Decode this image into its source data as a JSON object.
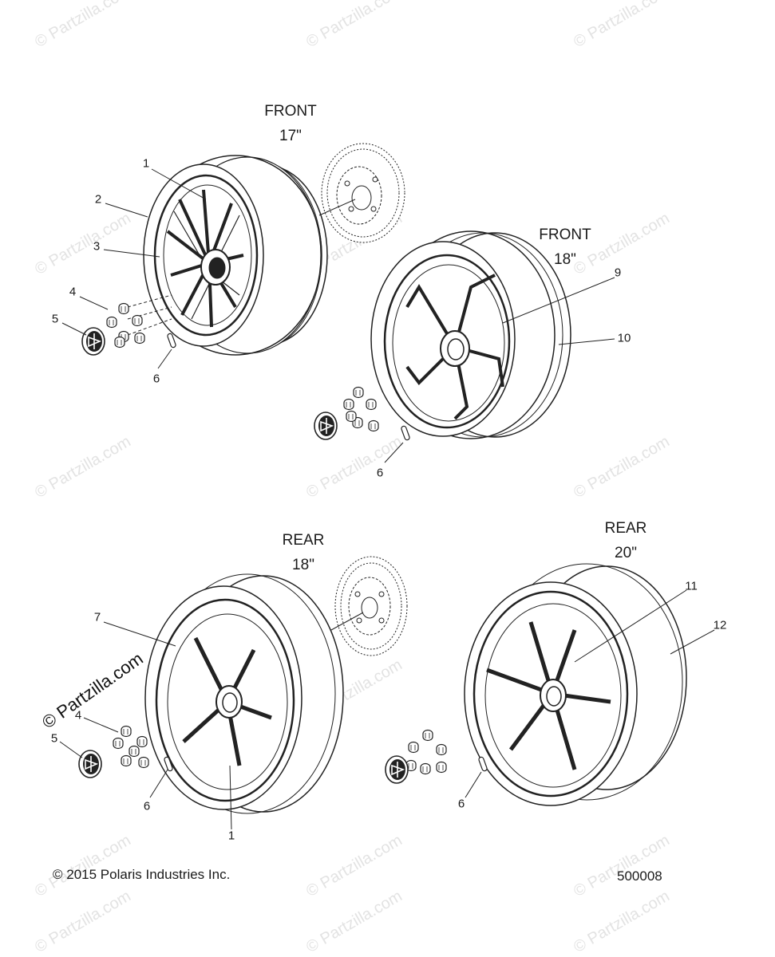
{
  "sections": {
    "front17": {
      "line1": "FRONT",
      "line2": "17\""
    },
    "front18": {
      "line1": "FRONT",
      "line2": "18\""
    },
    "rear18": {
      "line1": "REAR",
      "line2": "18\""
    },
    "rear20": {
      "line1": "REAR",
      "line2": "20\""
    }
  },
  "callouts": {
    "c1a": "1",
    "c2": "2",
    "c3": "3",
    "c4a": "4",
    "c5a": "5",
    "c6a": "6",
    "c9": "9",
    "c10": "10",
    "c6b": "6",
    "c7": "7",
    "c4b": "4",
    "c5b": "5",
    "c6c": "6",
    "c1b": "1",
    "c11": "11",
    "c12": "12",
    "c6d": "6"
  },
  "watermark": {
    "text": "© Partzilla.com"
  },
  "footer": {
    "copyright": "© 2015 Polaris Industries Inc.",
    "diagram_id": "500008"
  }
}
